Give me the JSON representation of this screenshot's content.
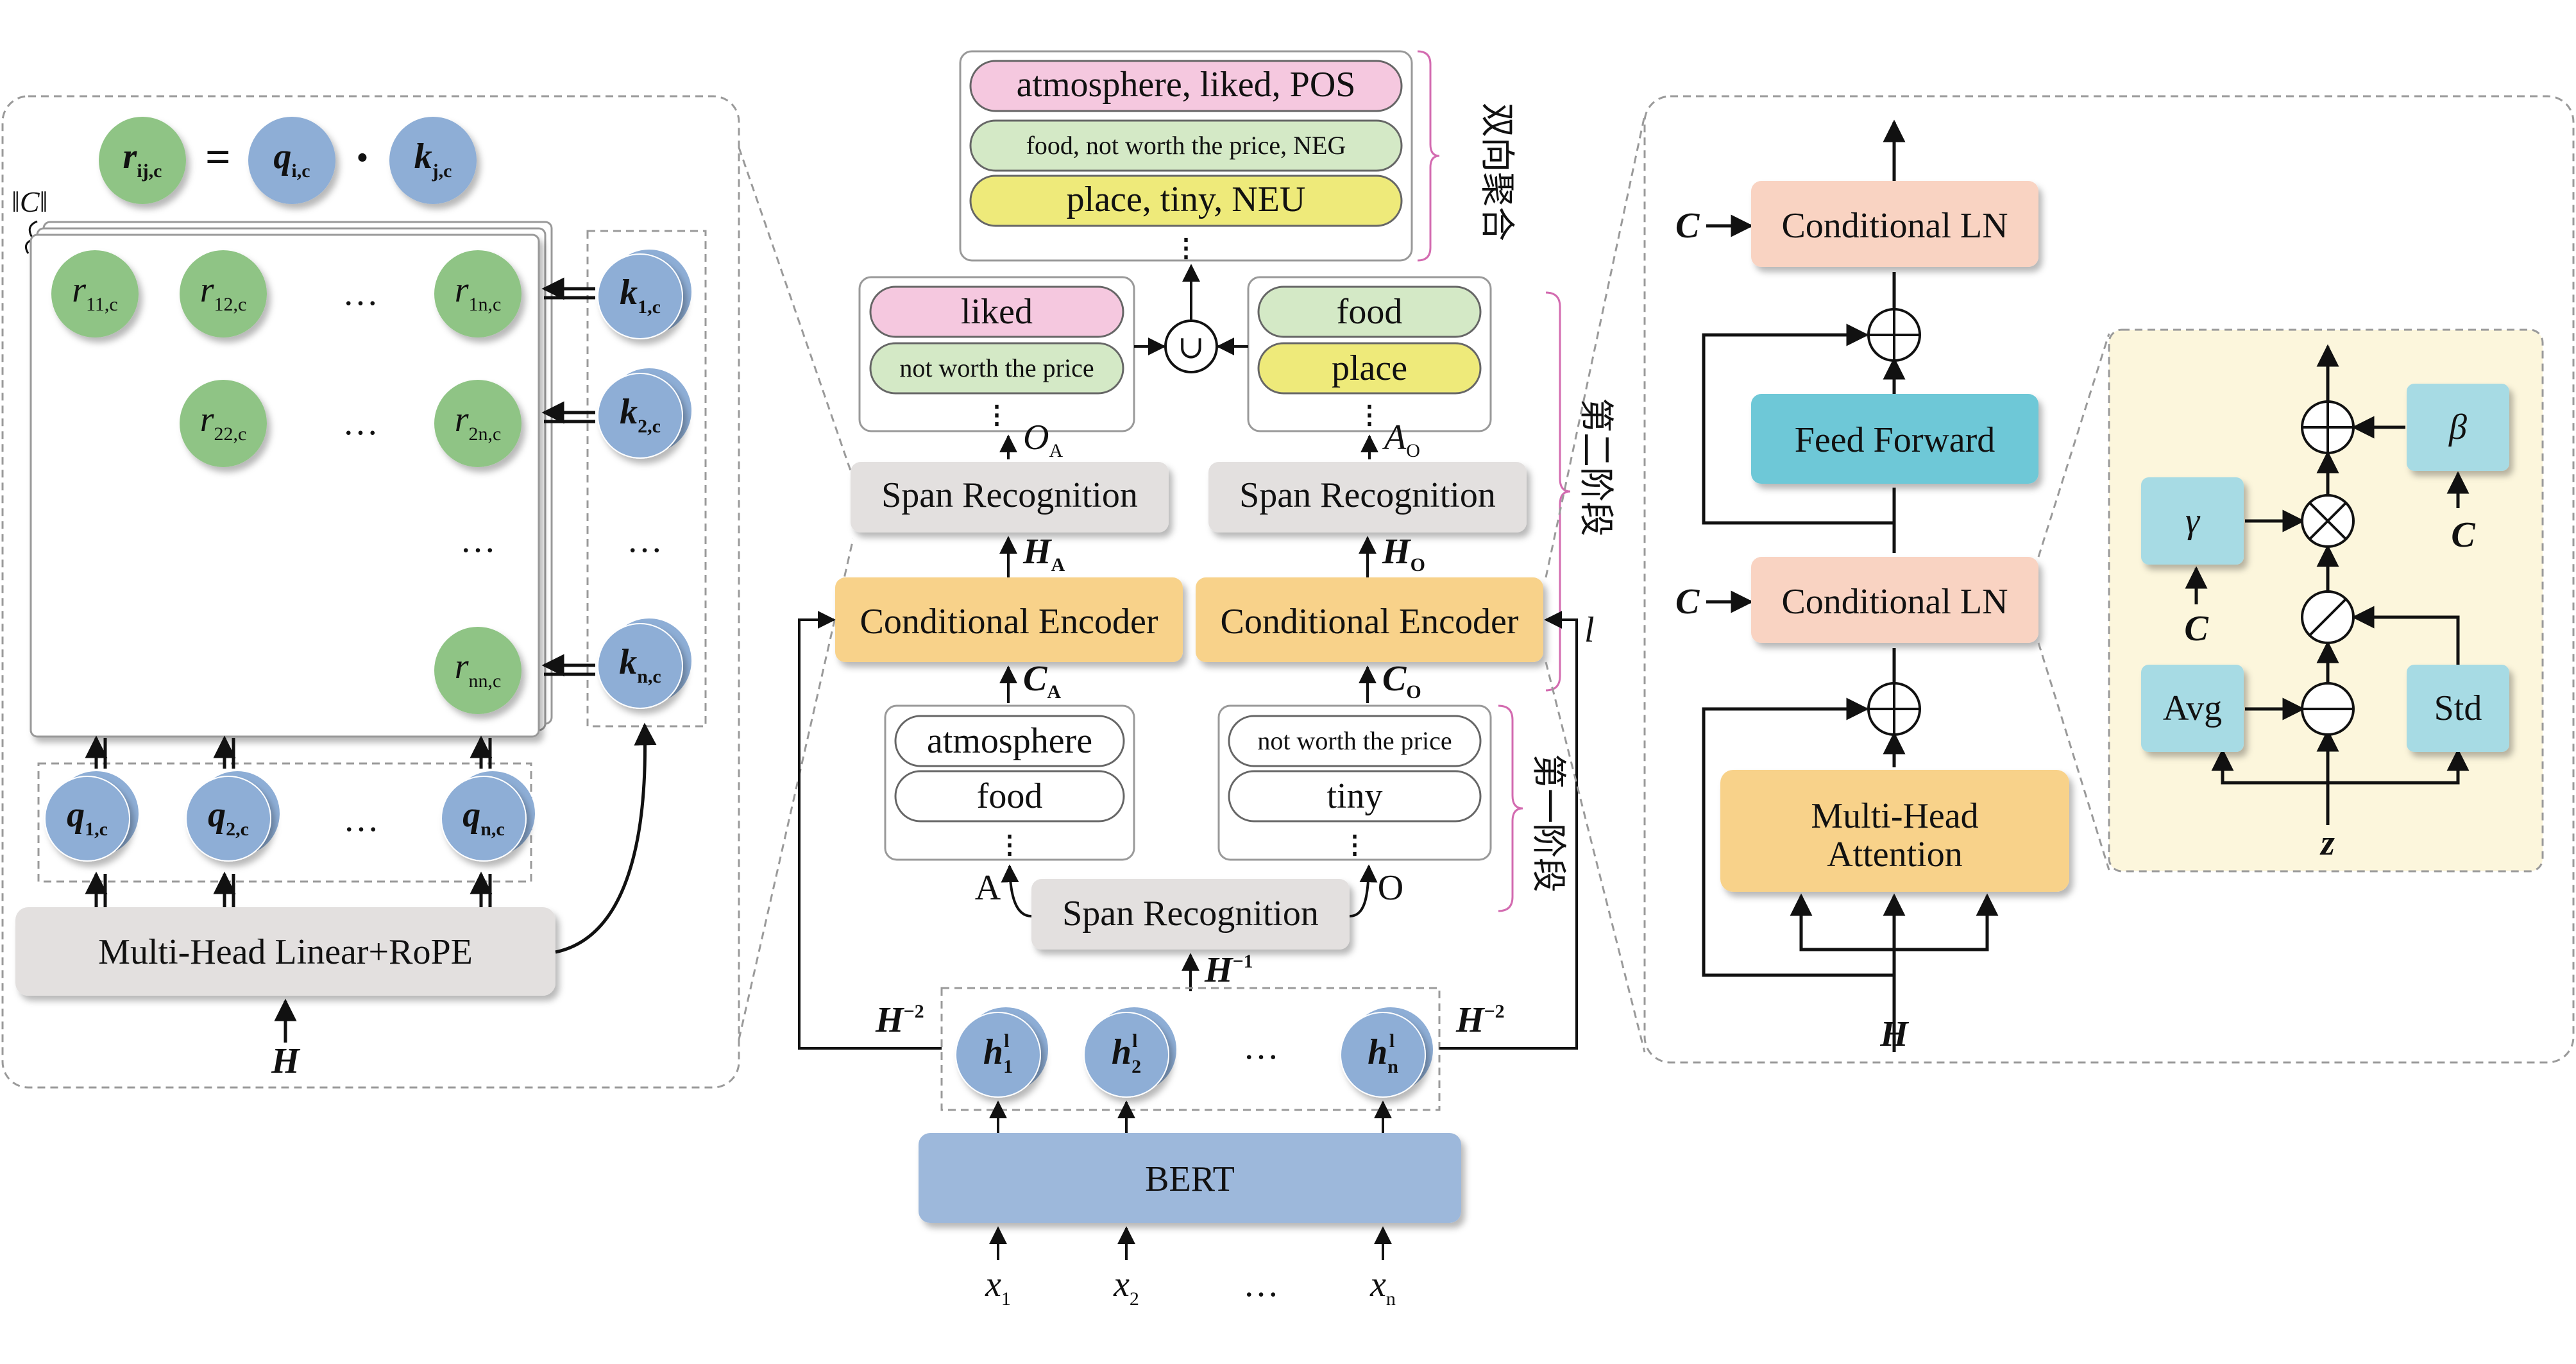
{
  "left_panel": {
    "equation": {
      "lhs": "r",
      "lhs_sub": "ij,c",
      "equals": "=",
      "q": "q",
      "q_sub": "i,c",
      "dot": "·",
      "k": "k",
      "k_sub": "j,c"
    },
    "c_norm_label": "‖C‖",
    "matrix": {
      "r11": "r",
      "r11_sub": "11,c",
      "r12": "r",
      "r12_sub": "12,c",
      "r1n": "r",
      "r1n_sub": "1n,c",
      "r22": "r",
      "r22_sub": "22,c",
      "r2n": "r",
      "r2n_sub": "2n,c",
      "rnn": "r",
      "rnn_sub": "nn,c",
      "ellipsis": "…"
    },
    "k_nodes": [
      {
        "sym": "k",
        "sub": "1,c"
      },
      {
        "sym": "k",
        "sub": "2,c"
      },
      {
        "sym": "k",
        "sub": "n,c"
      }
    ],
    "q_nodes": [
      {
        "sym": "q",
        "sub": "1,c"
      },
      {
        "sym": "q",
        "sub": "2,c"
      },
      {
        "sym": "q",
        "sub": "n,c"
      }
    ],
    "linear_block": "Multi-Head Linear+RoPE",
    "input": "H"
  },
  "center_panel": {
    "output_pills": [
      "atmosphere, liked, POS",
      "food, not worth the price, NEG",
      "place, tiny, NEU"
    ],
    "bidirectional_label": "双向聚合",
    "union_symbol": "∪",
    "opinion_pills": [
      "liked",
      "not worth the price"
    ],
    "aspect_pills": [
      "food",
      "place"
    ],
    "oa_label": "O",
    "oa_sub": "A",
    "ao_label": "A",
    "ao_sub": "O",
    "span_recognition": "Span Recognition",
    "ha_label": "H",
    "ha_sub": "A",
    "ho_label": "H",
    "ho_sub": "O",
    "conditional_encoder": "Conditional Encoder",
    "ca_label": "C",
    "ca_sub": "A",
    "co_label": "C",
    "co_sub": "O",
    "l_label": "l",
    "stage2_label": "第二阶段",
    "stage1_label": "第一阶段",
    "aspect_candidates": [
      "atmosphere",
      "food"
    ],
    "opinion_candidates": [
      "not worth the price",
      "tiny"
    ],
    "a_label": "A",
    "o_label": "O",
    "h_minus1": "H",
    "h_minus1_sup": "−1",
    "h_minus2": "H",
    "h_minus2_sup": "−2",
    "h_nodes": [
      {
        "sym": "h",
        "sub": "1",
        "sup": "l"
      },
      {
        "sym": "h",
        "sub": "2",
        "sup": "l"
      },
      {
        "sym": "h",
        "sub": "n",
        "sup": "l"
      }
    ],
    "bert": "BERT",
    "inputs": [
      {
        "sym": "x",
        "sub": "1"
      },
      {
        "sym": "x",
        "sub": "2"
      },
      {
        "sym": "x",
        "sub": "n"
      }
    ],
    "ellipsis": "…"
  },
  "right_panel": {
    "conditional_ln": "Conditional LN",
    "feed_forward": "Feed Forward",
    "mha_line1": "Multi-Head",
    "mha_line2": "Attention",
    "c_label": "C",
    "h_label": "H",
    "plus": "⊕",
    "inset": {
      "gamma": "γ",
      "beta": "β",
      "avg": "Avg",
      "std": "Std",
      "c_label": "C",
      "z_label": "z"
    }
  },
  "colors": {
    "green_node": "#8fc485",
    "blue_node": "#8eaed6",
    "pink_pill": "#f5c8df",
    "green_pill": "#d4e9c6",
    "yellow_pill": "#eeea7a",
    "span_box": "#e3e0df",
    "encoder_box": "#f8d28a",
    "ln_box": "#f9d3c2",
    "ff_box": "#6ec8d7",
    "mha_box": "#f8d28a",
    "bert_box": "#9db8db",
    "inset_bg": "#fcf6dc",
    "inset_node": "#a7dbe4",
    "bracket": "#d36bb0"
  }
}
